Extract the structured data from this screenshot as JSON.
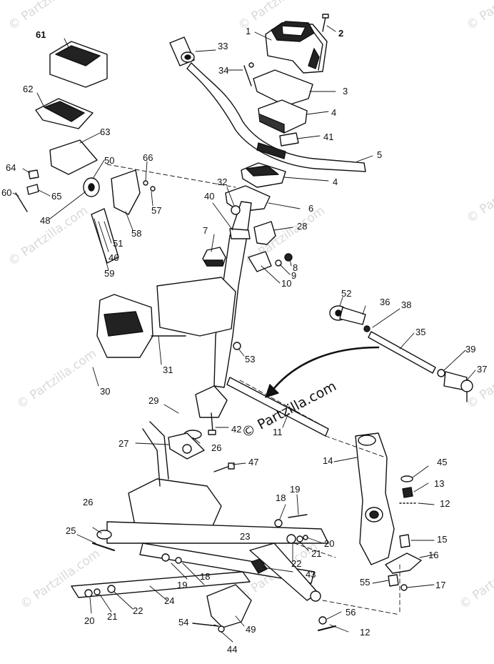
{
  "watermark": {
    "text": "© Partzilla.com",
    "center_text": "© Partzilla.com"
  },
  "callouts": {
    "c1": "1",
    "c2": "2",
    "c3": "3",
    "c4a": "4",
    "c4b": "4",
    "c5": "5",
    "c6": "6",
    "c7": "7",
    "c8": "8",
    "c9": "9",
    "c10": "10",
    "c11": "11",
    "c12a": "12",
    "c12b": "12",
    "c13": "13",
    "c14": "14",
    "c15": "15",
    "c16": "16",
    "c17": "17",
    "c18a": "18",
    "c18b": "18",
    "c19a": "19",
    "c19b": "19",
    "c20a": "20",
    "c20b": "20",
    "c21a": "21",
    "c21b": "21",
    "c22a": "22",
    "c22b": "22",
    "c23": "23",
    "c24": "24",
    "c25": "25",
    "c26a": "26",
    "c26b": "26",
    "c27": "27",
    "c28": "28",
    "c29": "29",
    "c30": "30",
    "c31": "31",
    "c32": "32",
    "c33": "33",
    "c34": "34",
    "c35": "35",
    "c36": "36",
    "c37": "37",
    "c38": "38",
    "c39": "39",
    "c40": "40",
    "c41": "41",
    "c42": "42",
    "c43": "43",
    "c44": "44",
    "c45": "45",
    "c46": "46",
    "c47": "47",
    "c48": "48",
    "c49": "49",
    "c50": "50",
    "c51": "51",
    "c52": "52",
    "c53": "53",
    "c54": "54",
    "c55": "55",
    "c56": "56",
    "c57": "57",
    "c58": "58",
    "c59": "59",
    "c60": "60",
    "c61": "61",
    "c62": "62",
    "c63": "63",
    "c64": "64",
    "c65": "65",
    "c66": "66"
  }
}
